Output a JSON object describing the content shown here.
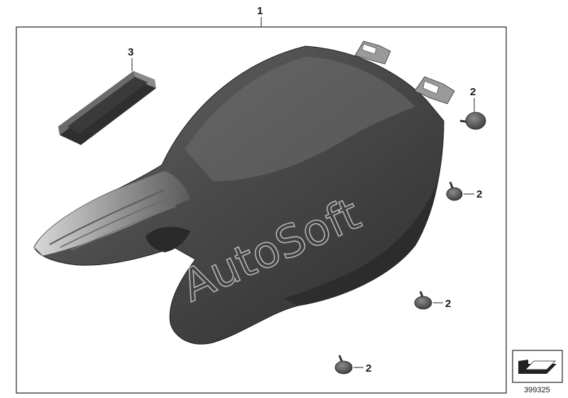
{
  "callouts": {
    "assembly": "1",
    "cap": "2",
    "pad": "3"
  },
  "reference_number": "399325",
  "watermark": "AutoSoft",
  "icons": [
    "arrow-reference-icon"
  ],
  "colors": {
    "seat_dark": "#3a3a3a",
    "seat_mid": "#5c5c5c",
    "seat_light": "#8a8a8a",
    "frame": "#222222"
  }
}
